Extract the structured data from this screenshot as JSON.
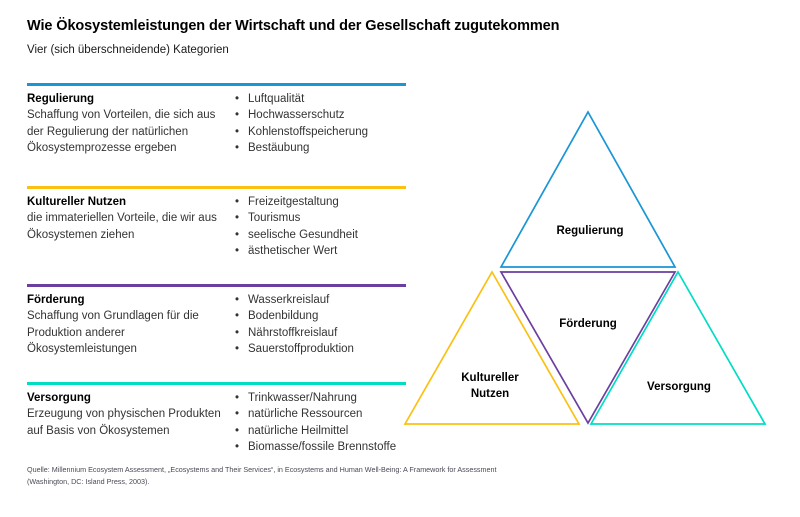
{
  "header": {
    "title": "Wie Ökosystemleistungen der Wirtschaft und der Gesellschaft zugutekommen",
    "subtitle": "Vier (sich überschneidende) Kategorien"
  },
  "colors": {
    "regulierung": "#1a95d6",
    "kultureller_nutzen": "#fcc013",
    "foerderung": "#6b3fa0",
    "versorgung": "#00ddc4"
  },
  "categories": [
    {
      "name": "Regulierung",
      "description": "Schaffung von Vorteilen, die sich aus der Regulierung der natürlichen Ökosystemprozesse ergeben",
      "rule_color": "#1a95d6",
      "items": [
        "Luftqualität",
        "Hochwasserschutz",
        "Kohlenstoffspeicherung",
        "Bestäubung"
      ]
    },
    {
      "name": "Kultureller Nutzen",
      "description": "die immateriellen Vorteile, die wir aus Ökosystemen ziehen",
      "rule_color": "#fcc013",
      "items": [
        "Freizeitgestaltung",
        "Tourismus",
        "seelische Gesundheit",
        "ästhetischer Wert"
      ]
    },
    {
      "name": "Förderung",
      "description": "Schaffung von Grundlagen für die Produktion anderer Ökosystemleistungen",
      "rule_color": "#6b3fa0",
      "items": [
        "Wasserkreislauf",
        "Bodenbildung",
        "Nährstoffkreislauf",
        "Sauerstoffproduktion"
      ]
    },
    {
      "name": "Versorgung",
      "description": "Erzeugung von physischen Produkten auf Basis von Ökosystemen",
      "rule_color": "#00ddc4",
      "items": [
        "Trinkwasser/Nahrung",
        "natürliche Ressourcen",
        "natürliche Heilmittel",
        "Biomasse/fossile Brennstoffe"
      ]
    }
  ],
  "diagram": {
    "top_label": "Regulierung",
    "center_label": "Förderung",
    "bottom_left_label_line1": "Kultureller",
    "bottom_left_label_line2": "Nutzen",
    "bottom_right_label": "Versorgung"
  },
  "source": {
    "line1": "Quelle: Millennium Ecosystem Assessment, „Ecosystems and Their Services“, in Ecosystems and Human Well-Being: A Framework for Assessment",
    "line2": "(Washington, DC: Island Press, 2003)."
  },
  "bullet_glyph": "•"
}
